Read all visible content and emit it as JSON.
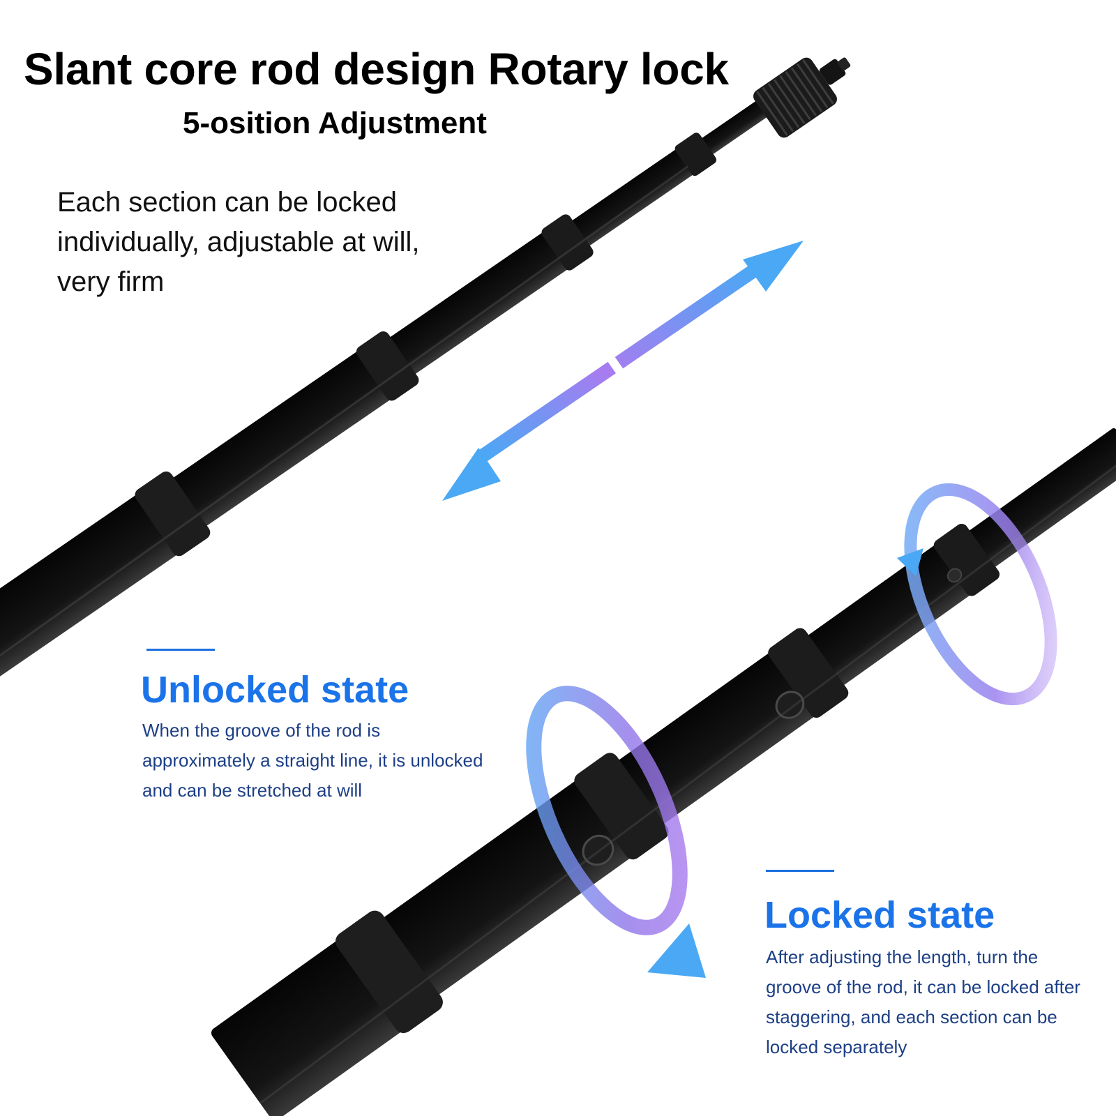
{
  "title": "Slant core rod design Rotary lock",
  "subtitle": "5-osition Adjustment",
  "intro": "Each section can be locked individually, adjustable at will, very firm",
  "unlocked": {
    "heading": "Unlocked state",
    "description": "When the groove of the rod is approximately a straight line, it is unlocked and can be stretched at will"
  },
  "locked": {
    "heading": "Locked state",
    "description": "After adjusting the length, turn the groove of the rod, it can be locked after staggering, and each section can be locked separately"
  },
  "colors": {
    "accent_blue": "#1a73e8",
    "arrow_blue": "#4aa8f4",
    "arrow_purple": "#a87cf0",
    "rod_black": "#0c0c0c"
  }
}
